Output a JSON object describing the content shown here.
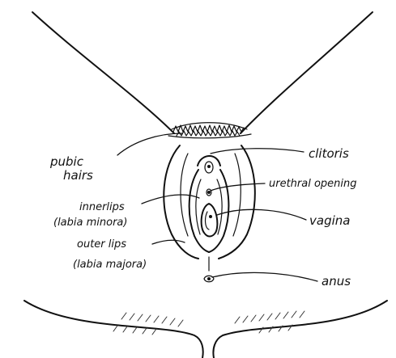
{
  "labels": {
    "pubic_hairs_line1": "pubic",
    "pubic_hairs_line2": "hairs",
    "inner_lips_line1": "innerlips",
    "inner_lips_line2": "(labia minora)",
    "outer_lips_line1": "outer lips",
    "outer_lips_line2": "(labia majora)",
    "clitoris": "clitoris",
    "urethral_opening": "urethral opening",
    "vagina": "vagina",
    "anus": "anus"
  }
}
